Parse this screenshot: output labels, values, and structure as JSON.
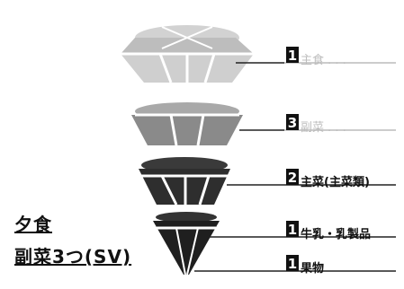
{
  "captions": {
    "meal": "夕食",
    "servings": "副菜3つ(SV)"
  },
  "tiers": [
    {
      "number": "1",
      "label": "主食 . . .",
      "faded": true,
      "color": "#c7c7c7"
    },
    {
      "number": "3",
      "label": "副菜 . . .",
      "faded": true,
      "color": "#8e8e8e"
    },
    {
      "number": "2",
      "label": "主菜(主菜類)",
      "faded": false,
      "color": "#383838"
    },
    {
      "number": "1",
      "label": "牛乳・乳製品",
      "faded": false,
      "color": "#2a2a2a"
    },
    {
      "number": "1",
      "label": "果物",
      "faded": false,
      "color": "#1c1c1c"
    }
  ]
}
